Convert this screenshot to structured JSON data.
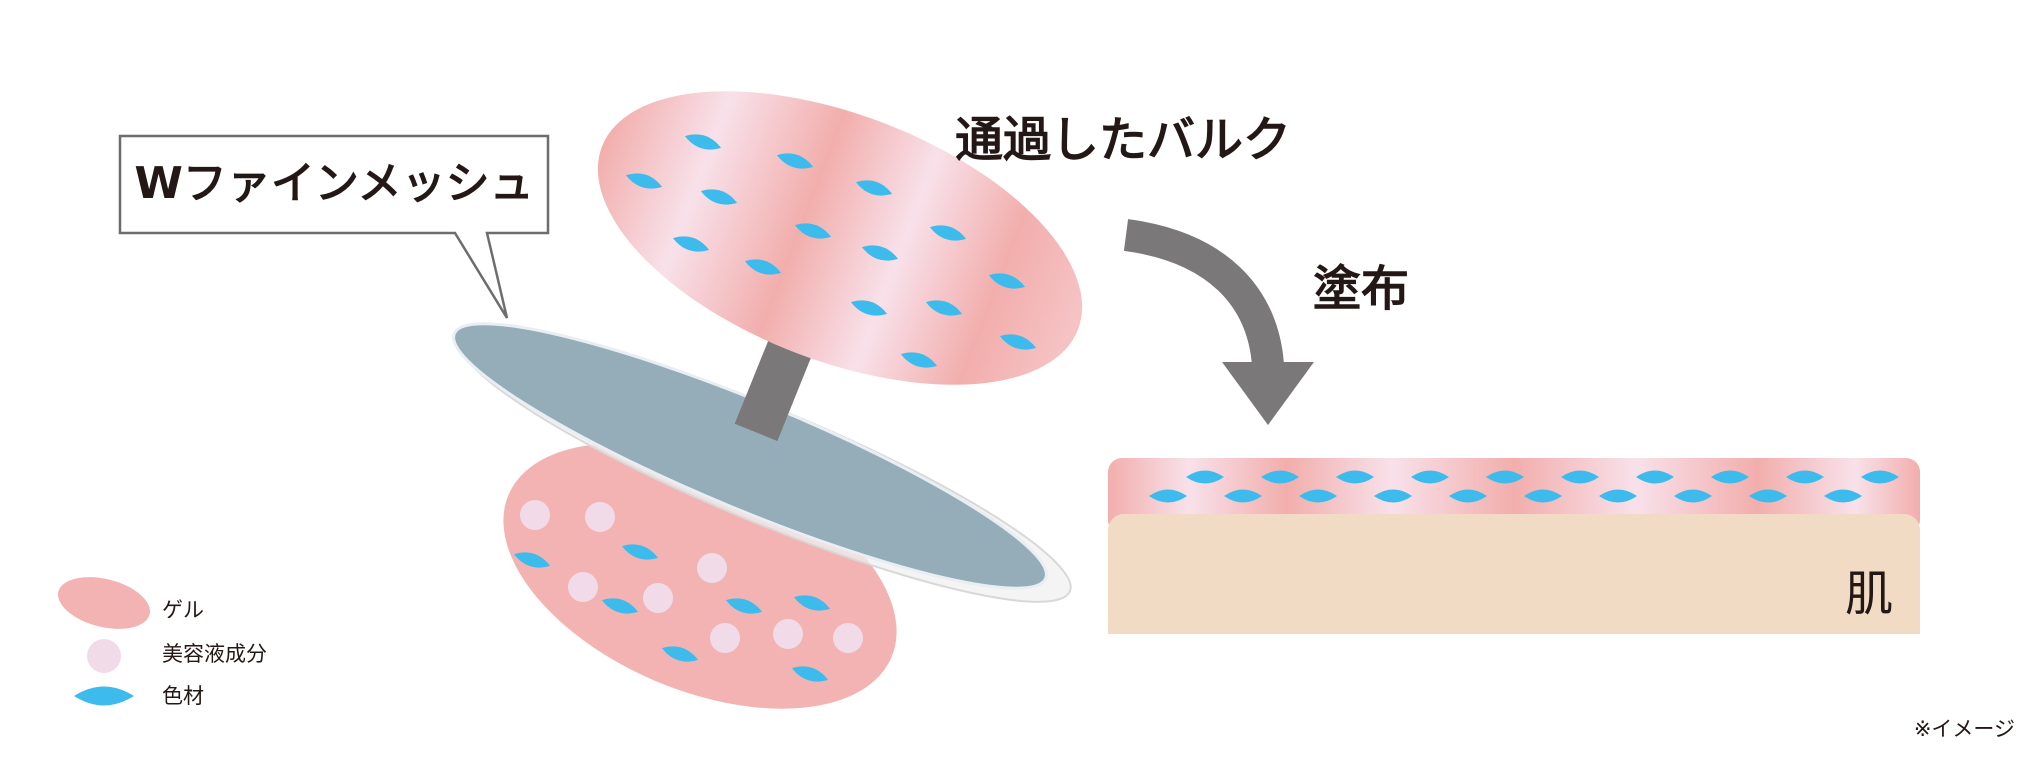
{
  "callout": {
    "text": "Wファインメッシュ"
  },
  "labels": {
    "passed_bulk": "通過したバルク",
    "apply": "塗布",
    "skin": "肌",
    "note": "※イメージ"
  },
  "legend": {
    "items": [
      {
        "label": "ゲル"
      },
      {
        "label": "美容液成分"
      },
      {
        "label": "色材"
      }
    ]
  },
  "colors": {
    "gel": "#f3b3b3",
    "gel_light": "#f8e1ea",
    "serum": "#f1dbe9",
    "pigment": "#3dbbec",
    "mesh": "#95adb9",
    "arrow": "#7a7878",
    "skin": "#f2dbc4",
    "text": "#231815"
  },
  "icons": {
    "gel": "pink-ellipse-icon",
    "serum": "light-pink-circle-icon",
    "pigment": "blue-lens-icon"
  }
}
